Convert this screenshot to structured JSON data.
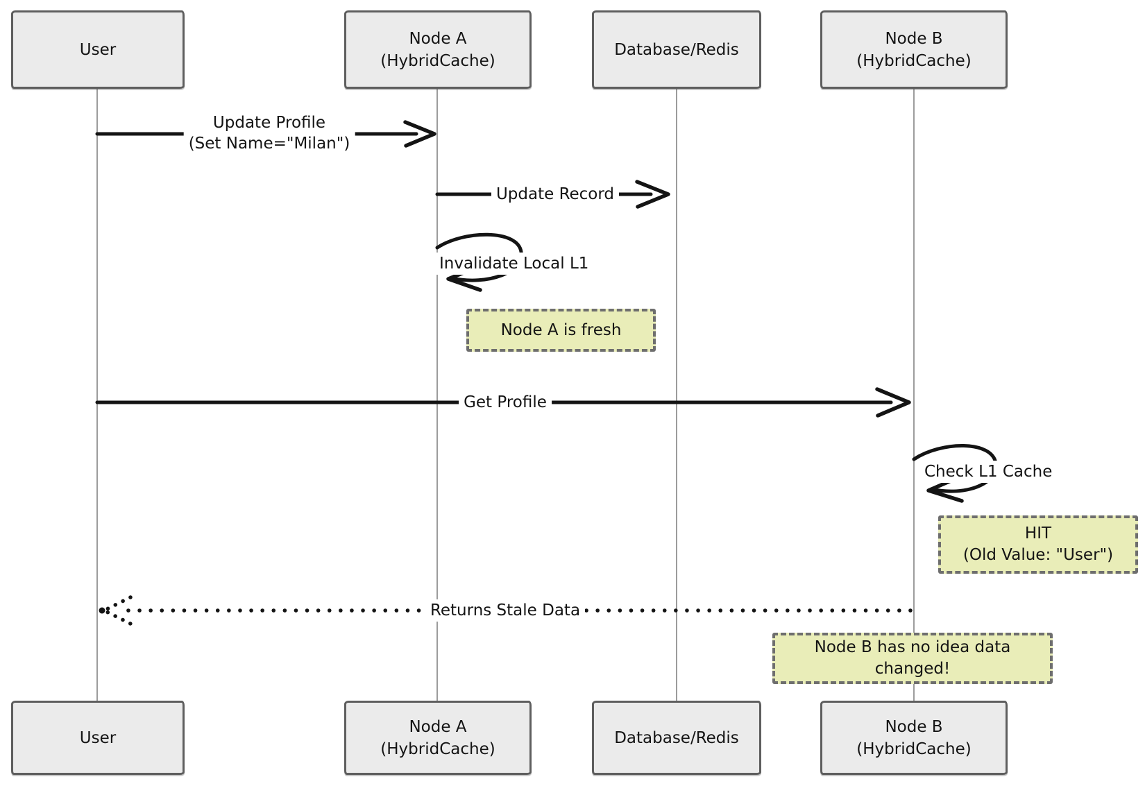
{
  "diagram": {
    "participants": [
      {
        "id": "user",
        "line1": "User",
        "line2": ""
      },
      {
        "id": "node-a",
        "line1": "Node A",
        "line2": "(HybridCache)"
      },
      {
        "id": "database-redis",
        "line1": "Database/Redis",
        "line2": ""
      },
      {
        "id": "node-b",
        "line1": "Node B",
        "line2": "(HybridCache)"
      }
    ],
    "messages": {
      "update_profile": {
        "line1": "Update Profile",
        "line2": "(Set Name=\"Milan\")"
      },
      "update_record": {
        "line1": "Update Record"
      },
      "invalidate_l1": {
        "line1": "Invalidate Local L1"
      },
      "get_profile": {
        "line1": "Get Profile"
      },
      "check_l1": {
        "line1": "Check L1 Cache"
      },
      "returns_stale": {
        "line1": "Returns Stale Data"
      }
    },
    "notes": {
      "node_a_fresh": {
        "line1": "Node A is fresh",
        "line2": ""
      },
      "hit": {
        "line1": "HIT",
        "line2": "(Old Value: \"User\")"
      },
      "node_b_no_idea": {
        "line1": "Node B has no idea data",
        "line2": "changed!"
      }
    },
    "colors": {
      "note_fill": "#e9edb8",
      "note_border": "#6e6e6e",
      "participant_fill": "#ebebeb",
      "participant_border": "#5e5e5e",
      "lifeline": "#9c9c9c",
      "ink": "#141414",
      "background": "#ffffff"
    }
  }
}
